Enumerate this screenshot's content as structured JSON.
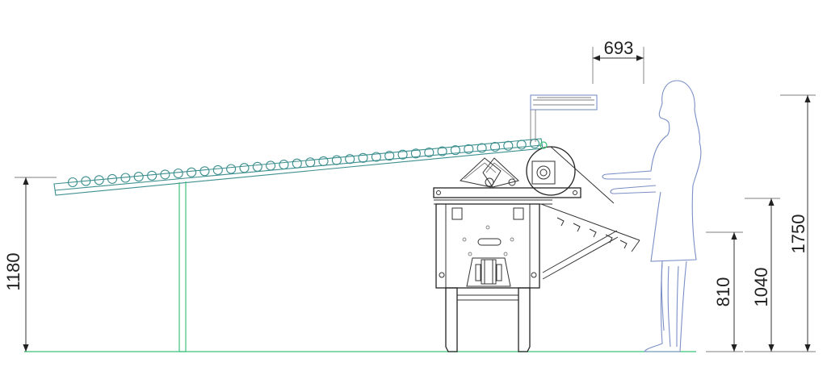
{
  "drawing": {
    "dimensions": {
      "table_width": "693",
      "conveyor_height": "1180",
      "table_height": "810",
      "working_height": "1040",
      "person_height": "1750"
    },
    "colors": {
      "line": "#333333",
      "floor": "#3cc47a",
      "person": "#7a8fc6",
      "conveyor": "#3d8f8f"
    }
  }
}
